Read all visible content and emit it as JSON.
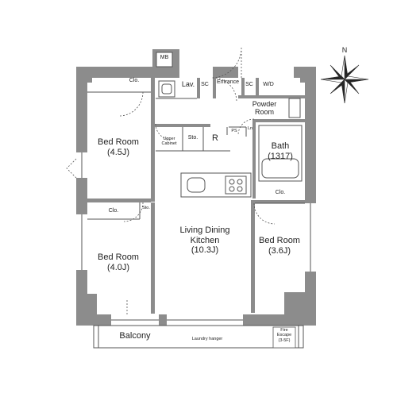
{
  "rooms": {
    "bed_room_1": {
      "name": "Bed Room",
      "size": "(4.5J)"
    },
    "bed_room_2": {
      "name": "Bed Room",
      "size": "(4.0J)"
    },
    "bed_room_3": {
      "name": "Bed Room",
      "size": "(3.6J)"
    },
    "ldk": {
      "name1": "Living Dining",
      "name2": "Kitchen",
      "size": "(10.3J)"
    },
    "bath": {
      "name": "Bath",
      "size": "(1317)"
    },
    "powder_room": {
      "line1": "Powder",
      "line2": "Room"
    },
    "entrance": "Entrance",
    "balcony": "Balcony"
  },
  "small_labels": {
    "mb": "MB",
    "clo_top": "Clo.",
    "clo_mid_left": "Clo.",
    "clo_right": "Clo.",
    "lav": "Lav.",
    "sc_left": "SC",
    "sc_right": "SC",
    "wd": "W/D",
    "sto_upper": "Sto.",
    "sto_lower": "Sto.",
    "upper_cabinet_1": "Upper",
    "upper_cabinet_2": "Cabinet",
    "r": "R",
    "ps": "PS",
    "ln": "Ln",
    "laundry_hanger": "Laundry hanger",
    "fire_escape_1": "Fire",
    "fire_escape_2": "Escape",
    "fire_escape_3": "(3-5F)"
  },
  "compass": {
    "north_label": "N"
  }
}
